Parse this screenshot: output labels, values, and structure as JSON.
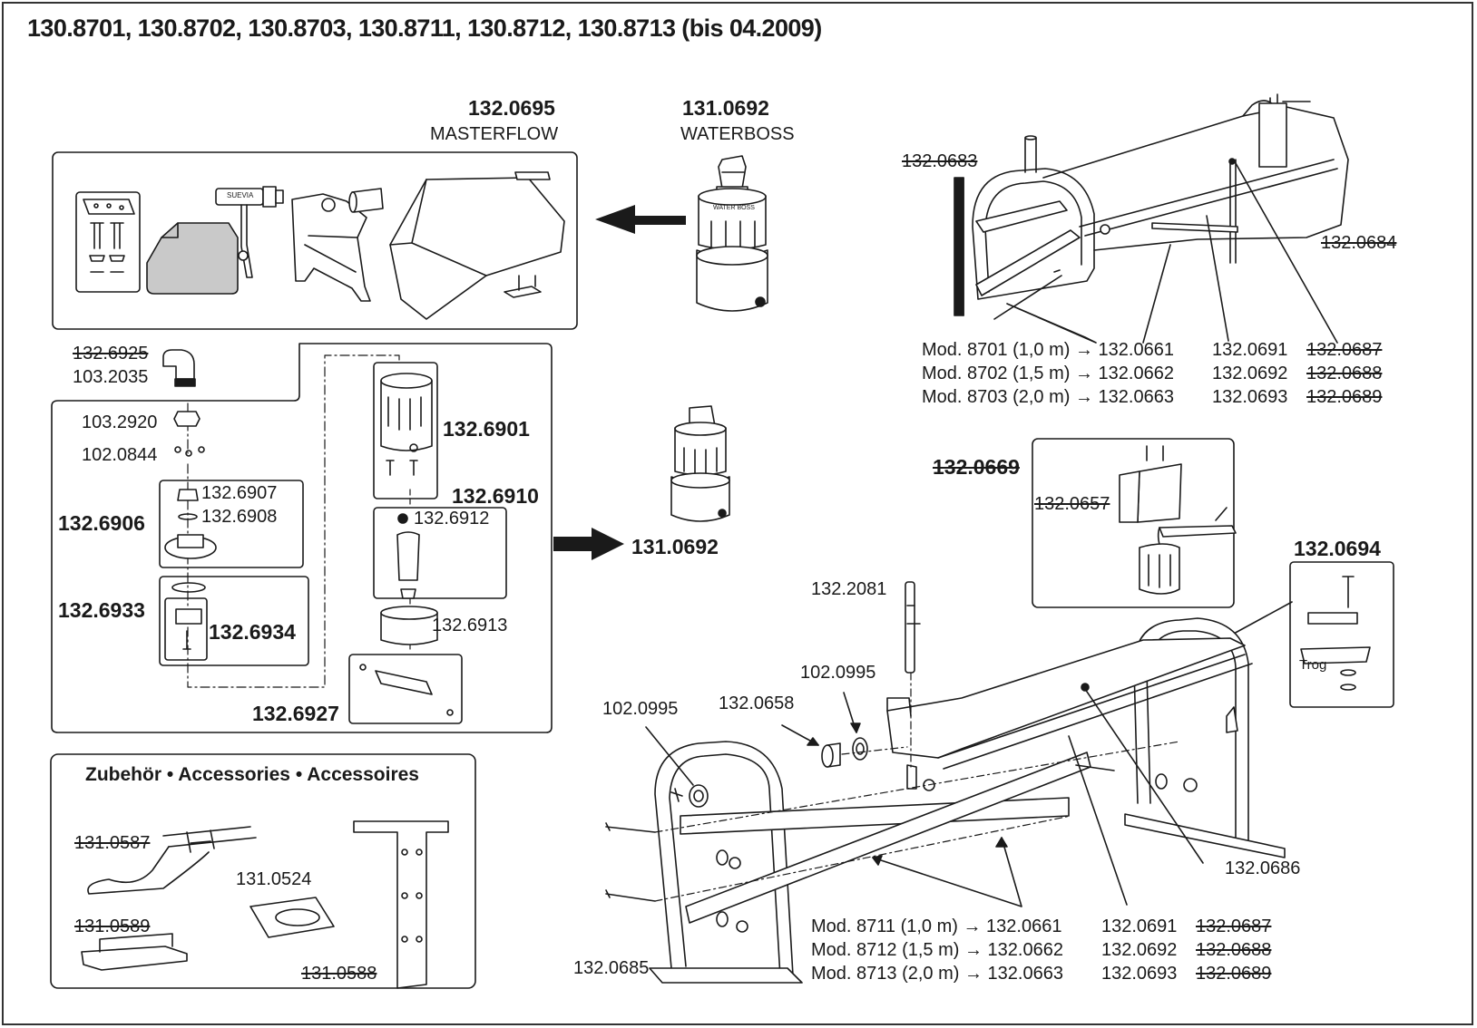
{
  "title": "130.8701, 130.8702, 130.8703, 130.8711, 130.8712, 130.8713 (bis 04.2009)",
  "masterflow": {
    "number": "132.0695",
    "name": "MASTERFLOW"
  },
  "waterboss": {
    "number": "131.0692",
    "name": "WATERBOSS"
  },
  "exploded": {
    "parts": {
      "p6925": "132.6925",
      "p2035": "103.2035",
      "p2920": "103.2920",
      "p0844": "102.0844",
      "p6907": "132.6907",
      "p6908": "132.6908",
      "p6906": "132.6906",
      "p6933": "132.6933",
      "p6934": "132.6934",
      "p6927": "132.6927",
      "p6901": "132.6901",
      "p6910": "132.6910",
      "p6912": "132.6912",
      "p6913": "132.6913"
    },
    "result": "131.0692"
  },
  "accessories": {
    "title": "Zubehör • Accessories • Accessoires",
    "p0587": "131.0587",
    "p0589": "131.0589",
    "p0524": "131.0524",
    "p0588": "131.0588"
  },
  "upper": {
    "p0683": "132.0683",
    "p0684": "132.0684",
    "rows": [
      {
        "mod": "Mod. 8701 (1,0 m) → 132.0661",
        "a": "132.0691",
        "b": "132.0687"
      },
      {
        "mod": "Mod. 8702 (1,5 m) → 132.0662",
        "a": "132.0692",
        "b": "132.0688"
      },
      {
        "mod": "Mod. 8703 (2,0 m) → 132.0663",
        "a": "132.0693",
        "b": "132.0689"
      }
    ]
  },
  "lower": {
    "p0669": "132.0669",
    "p0657": "132.0657",
    "p0694": "132.0694",
    "trog": "Trog",
    "p2081": "132.2081",
    "p0995a": "102.0995",
    "p0995b": "102.0995",
    "p0658": "132.0658",
    "p0686": "132.0686",
    "p0685": "132.0685",
    "rows": [
      {
        "mod": "Mod. 8711 (1,0 m) → 132.0661",
        "a": "132.0691",
        "b": "132.0687"
      },
      {
        "mod": "Mod. 8712 (1,5 m) → 132.0662",
        "a": "132.0692",
        "b": "132.0688"
      },
      {
        "mod": "Mod. 8713 (2,0 m) → 132.0663",
        "a": "132.0693",
        "b": "132.0689"
      }
    ]
  },
  "labels": {
    "suevia": "SUEVIA",
    "waterboss_small": "WATER BOSS"
  }
}
